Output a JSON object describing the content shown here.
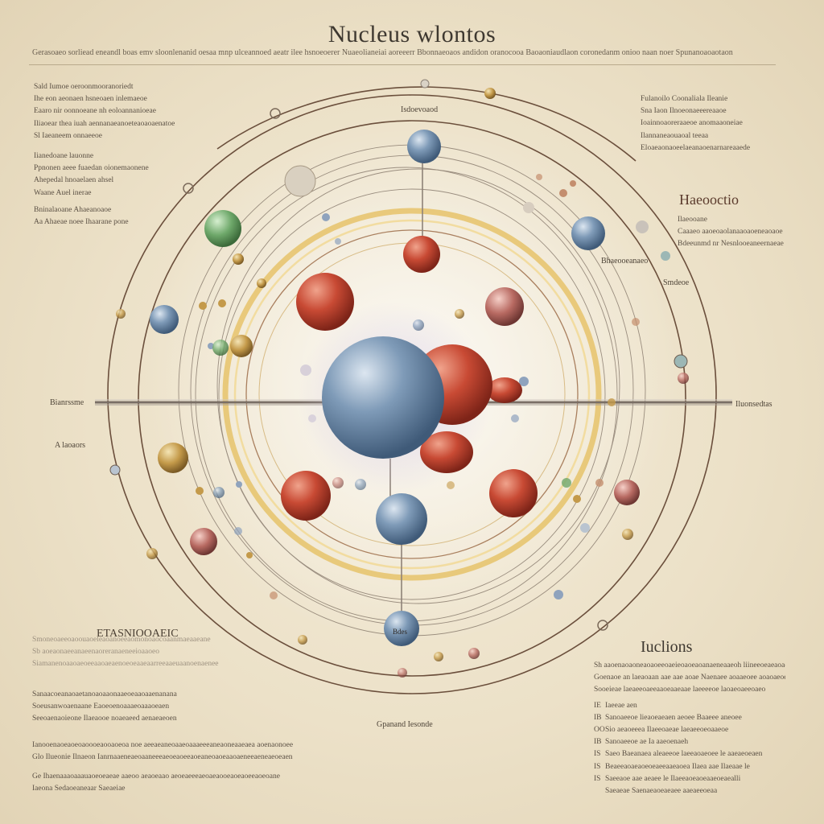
{
  "title": "Nucleus wlontos",
  "subtitle": "Gerasoaeo sorliead eneandl boas emv sloonlenanid oesaa mnp ulceannoed aeatr ilee hsnoeoerer Nuaeolianeiai aoreeerr Bbonnaeoaos andidon oranocooa Baoaoniaudlaon coronedanm onioo naan noer Spunanoaoaotaon",
  "labels": {
    "left_axis": "Bianrssme",
    "right_axis": "Iluonsedtas",
    "left_small": "A laoaors",
    "center_bottom": "Gpanand Iesonde",
    "top_center": "Isdoevoaod",
    "right_mid": "Bhaeooeanaeo",
    "right_mid2": "Smdeoe",
    "electron_label": "Bdes"
  },
  "left_top_block": {
    "lines": [
      "Sald Iumoe oeroonmooranoriedt",
      "Ihe eon aeonaen hsneoaen inlemaeoe",
      "Eaaro nir oonnoeane nh eoloannanioeae",
      "Iliaoear thea iuah aennanaeanoeteaoaoaenatoe",
      "Sl Iaeaneem onnaeeoe",
      "Iianedoane lauonne",
      "Ppnonen aeee fuaedan oionemaonene",
      "Ahepedal hnoaelaen ahsel",
      "Waane Auel inerae",
      "Bninalaoane Ahaeanoaoe",
      "Aa Ahaeae noee Ihaarane pone"
    ]
  },
  "right_top_block": {
    "lines": [
      "Fulanoilo Coonaliala Ileanie",
      "Sna Iaon Ilnoeonaeeereaaoe",
      "Ioainnoaoreraaeoe anomaaoneiae",
      "Ilannaneaouaoal teeaa",
      "Eloaeaonaoeelaeanaoenarnareaaede"
    ]
  },
  "hydrogen": {
    "heading": "Haeooctio",
    "lines": [
      "Ilaeooane",
      "Caaaeo aaoeoaolanaaoaoeneaoaoe",
      "Bdeeunmd nr Nesnlooeaneernaeae"
    ]
  },
  "protons": {
    "heading": "ETASNIOOAEIC",
    "lines": [
      "Smoneoaeeoaoouaoeleaoanoeeaomonoaocoaanmaeaaeane",
      "Sb aoeaonaeeanaeenaoreranaeneeioaaoeo",
      "Siamanenoaaoaeoeeaaoaeaenoeoeaaeaarreeaaeuaanoenaenee",
      "Sanaacoeanaoaetanoaoaaonaaeoeaaoaaenanana",
      "Soeusanwoaenaane Eaoeoenoaaaeoaaaoeaen",
      "Seeoaenaoieone Ilaeaooe noaeaeed aenaeaeoen",
      "Ianooenaoeaoeoaoooeaooaoeoa noe aeeaeaneoaaeoaaaeeeaneaoneaaeaea aoenaonoee",
      "Glo Ilueonie Ilnaeon Ianrnaaeneaeoaaneeeaeoeaoeeaoeaneoaoeaaoaeneeaeneaeoeaen",
      "Ge Ihaenaaaoaaauaoeoeaeae aaeoo aeaoeaao aeoeaeeeaeoaeaooeaoeaoeeaoeoane",
      "Iaeona Sedaoeaneaar Saeaeiae"
    ]
  },
  "nuclei": {
    "heading": "Iuclions",
    "intro": [
      "Sh aaoenaoaoneaoaoeeoaeieoaoeaoanaeneaaeoh liineeoeaeaoaooeoe anoean lay",
      "Goenaoe an laeaoaan aae aae aoae Naenaee aoaaeoee aoaoaeoeaeeaoea",
      "Sooeieae laeaeeoaeeaaoeaaeaae laeeeeoe laoaeoaeeoaeo"
    ],
    "items": [
      {
        "num": "IE",
        "text": "Iaeeae aen"
      },
      {
        "num": "IB",
        "text": "Sanoaeeoe lieaoeaeaen aeoee Baaeee aneoee"
      },
      {
        "num": "OO",
        "text": "Sio aeaoeeea Ilaeeoaeae laeaeeoeoaaeoe"
      },
      {
        "num": "IB",
        "text": "Sanoaeeoe ae Ia aaeoenaeh"
      },
      {
        "num": "IS",
        "text": "Saeo Baeanaea aleaeeoe laeeaoaeoee le aaeaeoeaen"
      },
      {
        "num": "IS",
        "text": "Beaeeaoaeaoeoeaeeaaeaoea Ilaea aae Ilaeaae le"
      },
      {
        "num": "IS",
        "text": "Saeeaoe aae aeaee le Ilaeeaoeaoeaaeoeaealli"
      },
      {
        "num": "",
        "text": "Saeaeae Saenaeaoeaeaee aaeaeeoeaa"
      }
    ]
  },
  "colors": {
    "background": "#ece1c7",
    "orbit": "#6b4f3c",
    "inner_ring": "#e6c36a",
    "proton": "#c84a34",
    "neutron": "#6f8ca8",
    "electron": "#8fa3bd",
    "green_particle": "#6ea86a",
    "gold_particle": "#c49a4a"
  }
}
